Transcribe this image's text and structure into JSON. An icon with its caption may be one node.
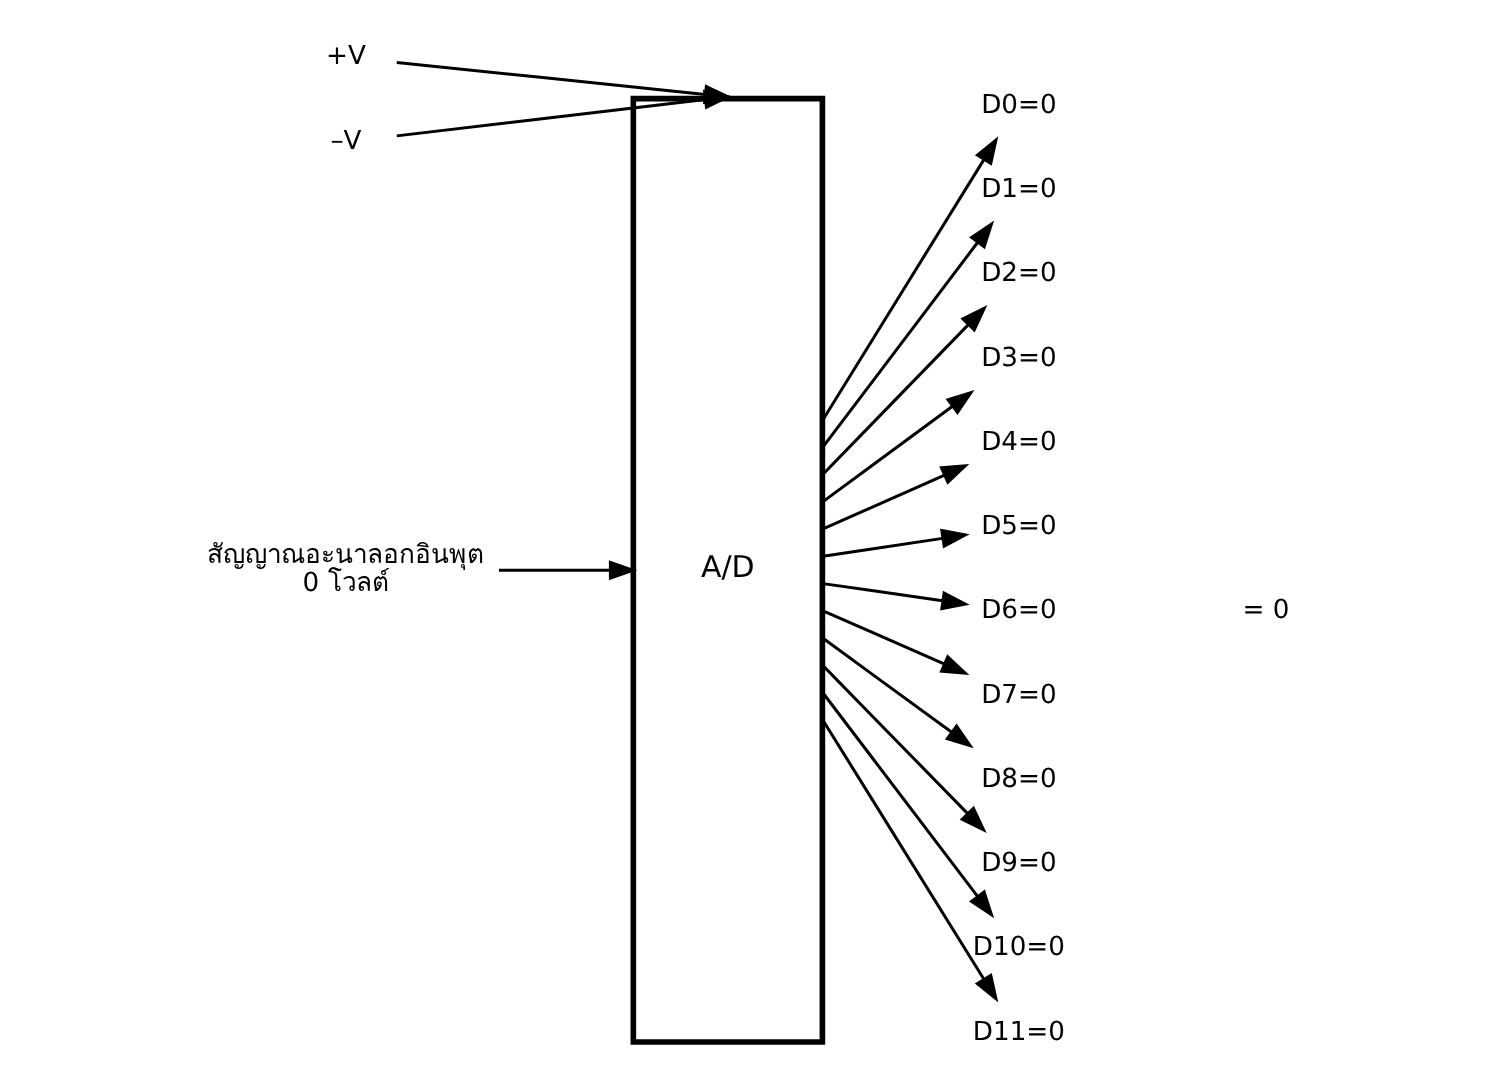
{
  "diagram": {
    "nodes": [
      {
        "text": [
          "+V"
        ]
      },
      {
        "text": [
          "–V"
        ]
      },
      {
        "text": [
          "สัญญาณอะนาลอกอินพุต",
          "0 โวลต์"
        ]
      },
      {
        "text": [
          "A/D"
        ]
      },
      {
        "text": [
          "D0=0"
        ]
      },
      {
        "text": [
          "D1=0"
        ]
      },
      {
        "text": [
          "D2=0"
        ]
      },
      {
        "text": [
          "D3=0"
        ]
      },
      {
        "text": [
          "D4=0"
        ]
      },
      {
        "text": [
          "D5=0"
        ]
      },
      {
        "text": [
          "D6=0"
        ]
      },
      {
        "text": [
          "D7=0"
        ]
      },
      {
        "text": [
          "D8=0"
        ]
      },
      {
        "text": [
          "D9=0"
        ]
      },
      {
        "text": [
          "D10=0"
        ]
      },
      {
        "text": [
          "D11=0"
        ]
      }
    ],
    "edges": [
      {
        "from": 0,
        "to": 3,
        "arrow": "to"
      },
      {
        "from": 1,
        "to": 3,
        "arrow": "to"
      },
      {
        "from": 2,
        "to": 3,
        "arrow": "to"
      },
      {
        "from": 3,
        "to": 4,
        "arrow": "to"
      },
      {
        "from": 3,
        "to": 5,
        "arrow": "to"
      },
      {
        "from": 3,
        "to": 6,
        "arrow": "to"
      },
      {
        "from": 3,
        "to": 7,
        "arrow": "to"
      },
      {
        "from": 3,
        "to": 8,
        "arrow": "to"
      },
      {
        "from": 3,
        "to": 9,
        "arrow": "to"
      },
      {
        "from": 3,
        "to": 10,
        "arrow": "to"
      },
      {
        "from": 3,
        "to": 11,
        "arrow": "to"
      },
      {
        "from": 3,
        "to": 12,
        "arrow": "to"
      },
      {
        "from": 3,
        "to": 13,
        "arrow": "to"
      },
      {
        "from": 3,
        "to": 14,
        "arrow": "to"
      },
      {
        "from": 3,
        "to": 15,
        "arrow": "to"
      }
    ],
    "labels": [
      "= 0"
    ]
  }
}
